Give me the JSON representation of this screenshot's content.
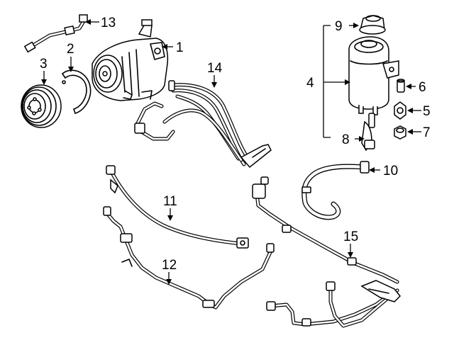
{
  "callouts": {
    "c1": "1",
    "c2": "2",
    "c3": "3",
    "c4": "4",
    "c5": "5",
    "c6": "6",
    "c7": "7",
    "c8": "8",
    "c9": "9",
    "c10": "10",
    "c11": "11",
    "c12": "12",
    "c13": "13",
    "c14": "14",
    "c15": "15"
  },
  "parts": [
    {
      "callout": "1",
      "icon": "power-steering-pump-icon"
    },
    {
      "callout": "2",
      "icon": "retaining-ring-icon"
    },
    {
      "callout": "3",
      "icon": "pulley-icon"
    },
    {
      "callout": "4",
      "icon": "reservoir-assembly-icon"
    },
    {
      "callout": "5",
      "icon": "nut-icon"
    },
    {
      "callout": "6",
      "icon": "sleeve-icon"
    },
    {
      "callout": "7",
      "icon": "nut-icon"
    },
    {
      "callout": "8",
      "icon": "bracket-icon"
    },
    {
      "callout": "9",
      "icon": "cap-icon"
    },
    {
      "callout": "10",
      "icon": "return-hose-icon"
    },
    {
      "callout": "11",
      "icon": "pressure-line-icon"
    },
    {
      "callout": "12",
      "icon": "return-line-icon"
    },
    {
      "callout": "13",
      "icon": "hose-icon"
    },
    {
      "callout": "14",
      "icon": "hose-assembly-icon"
    },
    {
      "callout": "15",
      "icon": "line-assembly-icon"
    }
  ]
}
